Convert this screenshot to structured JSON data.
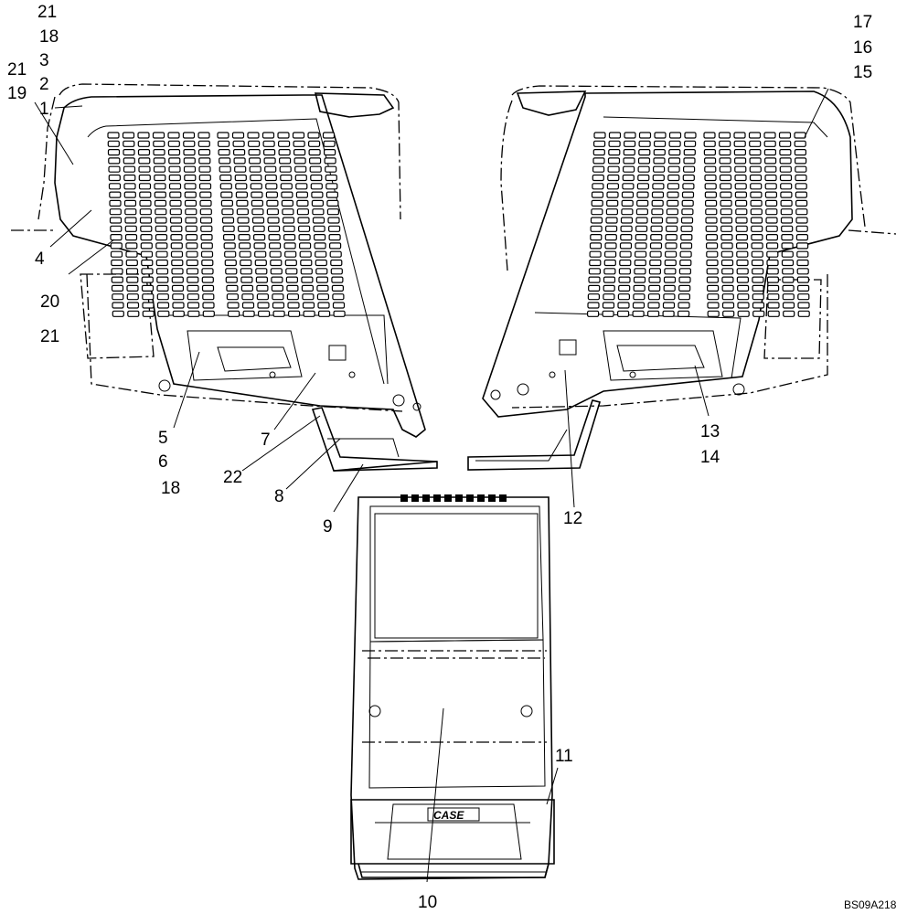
{
  "callouts": {
    "c21a": "21",
    "c18a": "18",
    "c3": "3",
    "c2": "2",
    "c1": "1",
    "c21b": "21",
    "c19": "19",
    "c4": "4",
    "c20": "20",
    "c21c": "21",
    "c5": "5",
    "c6": "6",
    "c18b": "18",
    "c7": "7",
    "c22": "22",
    "c8": "8",
    "c9": "9",
    "c17": "17",
    "c16": "16",
    "c15": "15",
    "c13": "13",
    "c14": "14",
    "c12": "12",
    "c10": "10",
    "c11": "11"
  },
  "logo_text": "CASE",
  "figure_code": "BS09A218"
}
